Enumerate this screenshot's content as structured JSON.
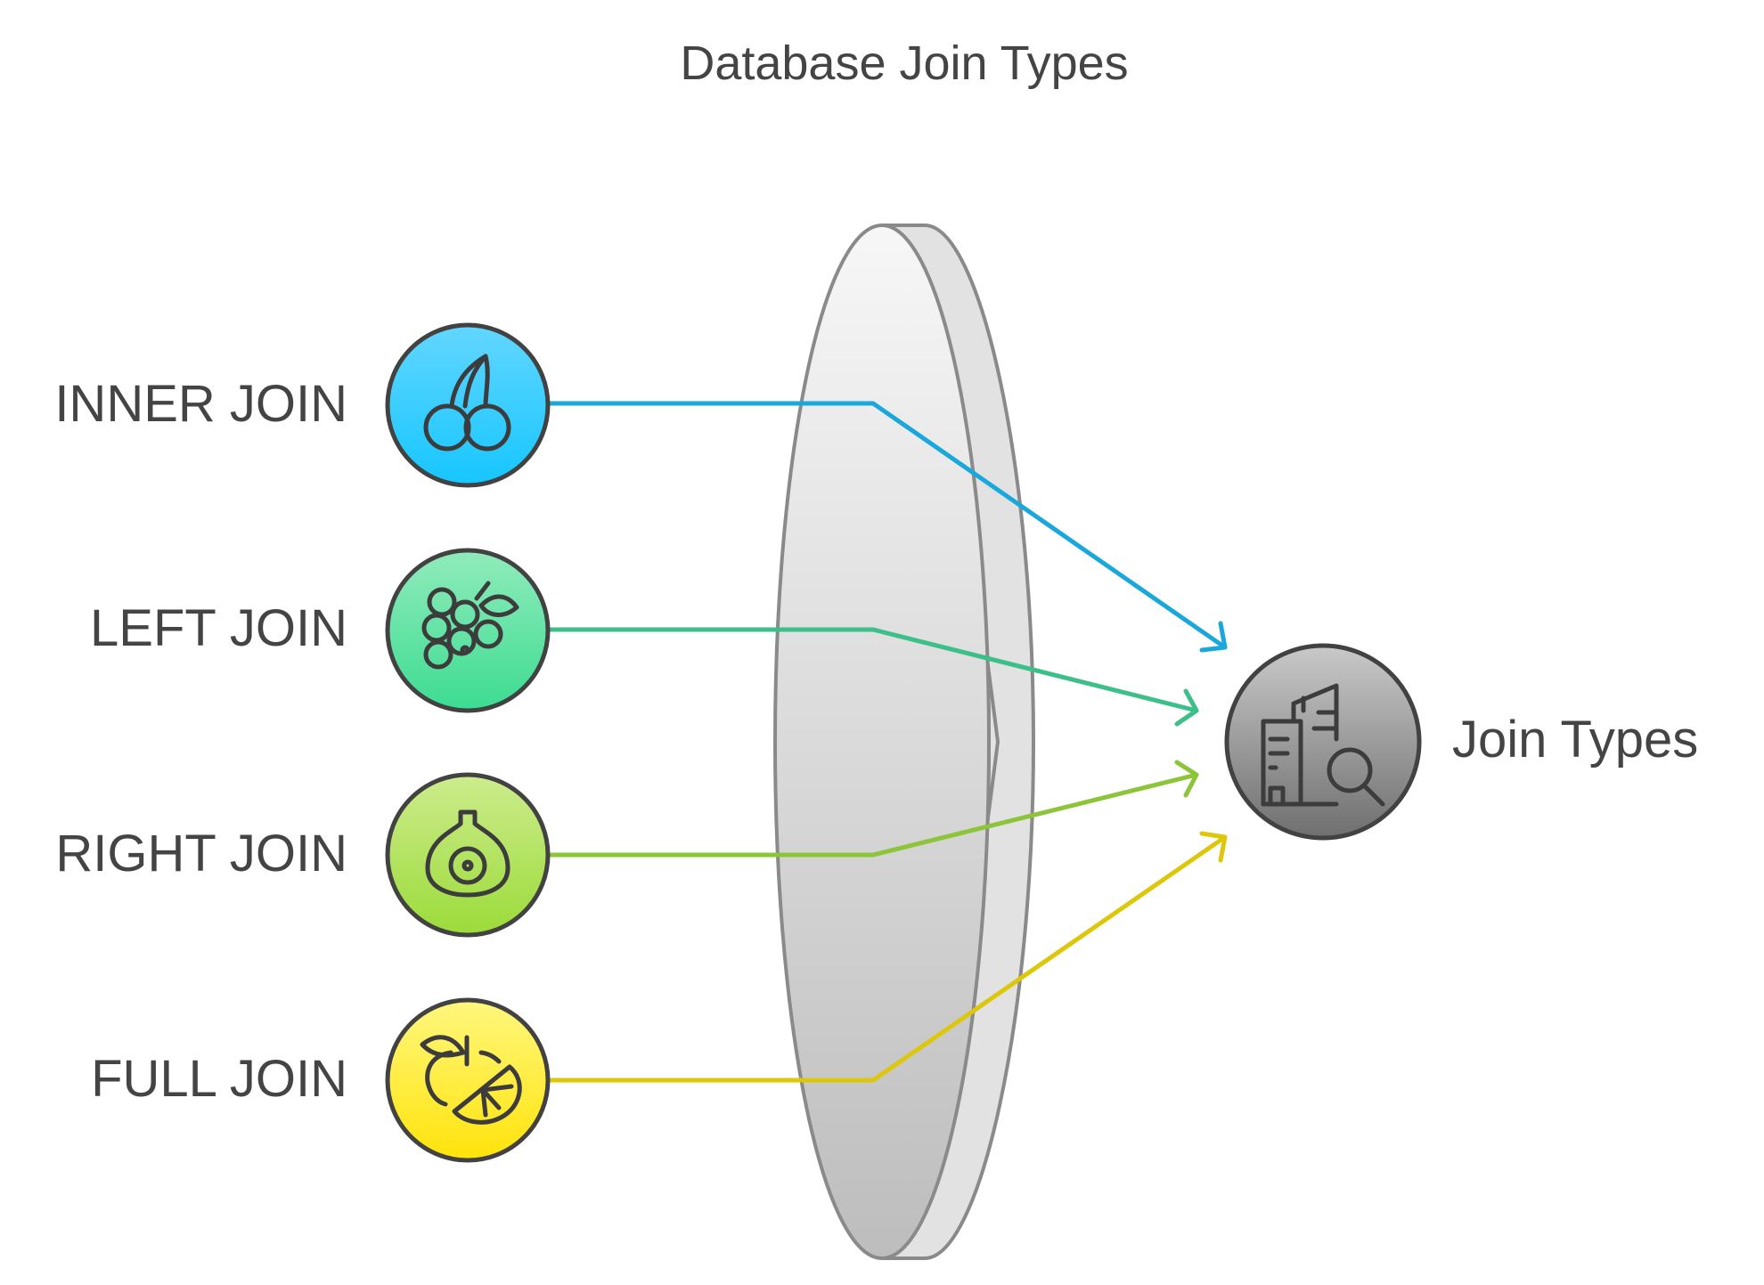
{
  "title": "Database Join Types",
  "inputs": [
    {
      "label": "INNER JOIN",
      "icon": "cherries-icon",
      "color": "#1aa8dc",
      "fill_top": "#5fd4ff",
      "fill_bottom": "#1cc8ff"
    },
    {
      "label": "LEFT JOIN",
      "icon": "grapes-icon",
      "color": "#3cbf88",
      "fill_top": "#8deab8",
      "fill_bottom": "#3fdc94"
    },
    {
      "label": "RIGHT JOIN",
      "icon": "fig-icon",
      "color": "#8cc43a",
      "fill_top": "#c8ea84",
      "fill_bottom": "#9edc3e"
    },
    {
      "label": "FULL JOIN",
      "icon": "orange-slice-icon",
      "color": "#ddc70a",
      "fill_top": "#fff57a",
      "fill_bottom": "#ffe610"
    }
  ],
  "output": {
    "label": "Join Types",
    "icon": "building-search-icon"
  },
  "lens": {
    "name": "lens"
  }
}
